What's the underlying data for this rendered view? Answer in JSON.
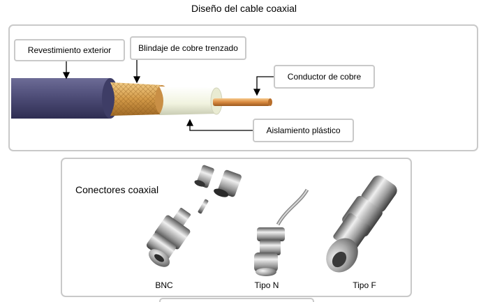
{
  "title": "Diseño del cable coaxial",
  "labels": {
    "outer_jacket": "Revestimiento exterior",
    "braided_shield": "Blindaje de cobre trenzado",
    "copper_conductor": "Conductor de cobre",
    "plastic_insulation": "Aislamiento plástico"
  },
  "connectors": {
    "heading": "Conectores coaxial",
    "bnc": "BNC",
    "type_n": "Tipo N",
    "type_f": "Tipo F"
  }
}
